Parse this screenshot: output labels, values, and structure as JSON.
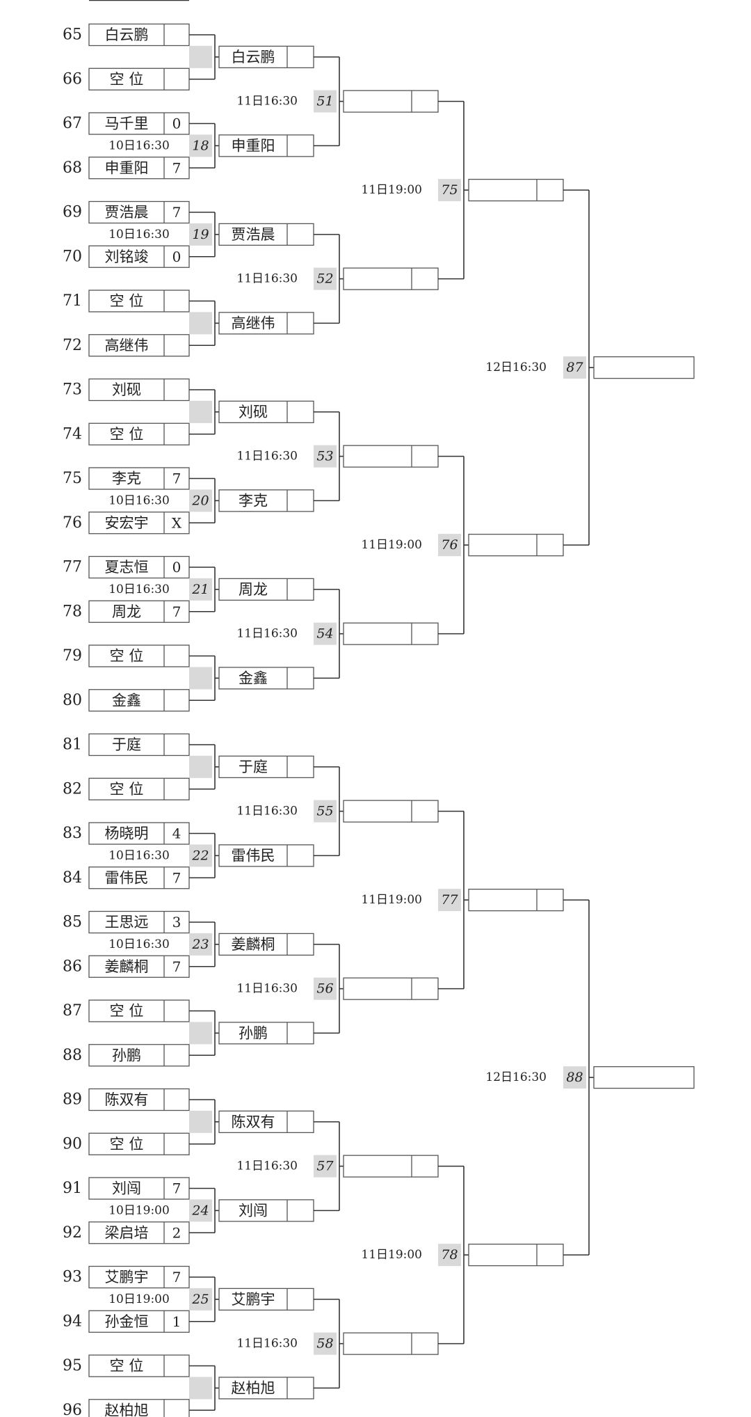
{
  "colors": {
    "win_score": "#b22222",
    "match_box": "#d9d9d9",
    "line": "#333333"
  },
  "round1": [
    {
      "seed": "65",
      "name": "白云鹏",
      "score": ""
    },
    {
      "seed": "66",
      "name": "空 位",
      "score": ""
    },
    {
      "seed": "67",
      "name": "马千里",
      "score": "0"
    },
    {
      "seed": "68",
      "name": "申重阳",
      "score": "7",
      "win": true
    },
    {
      "seed": "69",
      "name": "贾浩晨",
      "score": "7",
      "win": true
    },
    {
      "seed": "70",
      "name": "刘铭竣",
      "score": "0"
    },
    {
      "seed": "71",
      "name": "空 位",
      "score": ""
    },
    {
      "seed": "72",
      "name": "高继伟",
      "score": ""
    },
    {
      "seed": "73",
      "name": "刘砚",
      "score": ""
    },
    {
      "seed": "74",
      "name": "空 位",
      "score": ""
    },
    {
      "seed": "75",
      "name": "李克",
      "score": "7",
      "win": true
    },
    {
      "seed": "76",
      "name": "安宏宇",
      "score": "X"
    },
    {
      "seed": "77",
      "name": "夏志恒",
      "score": "0"
    },
    {
      "seed": "78",
      "name": "周龙",
      "score": "7",
      "win": true
    },
    {
      "seed": "79",
      "name": "空 位",
      "score": ""
    },
    {
      "seed": "80",
      "name": "金鑫",
      "score": ""
    },
    {
      "seed": "81",
      "name": "于庭",
      "score": ""
    },
    {
      "seed": "82",
      "name": "空 位",
      "score": ""
    },
    {
      "seed": "83",
      "name": "杨晓明",
      "score": "4"
    },
    {
      "seed": "84",
      "name": "雷伟民",
      "score": "7",
      "win": true
    },
    {
      "seed": "85",
      "name": "王思远",
      "score": "3"
    },
    {
      "seed": "86",
      "name": "姜麟桐",
      "score": "7",
      "win": true
    },
    {
      "seed": "87",
      "name": "空 位",
      "score": ""
    },
    {
      "seed": "88",
      "name": "孙鹏",
      "score": ""
    },
    {
      "seed": "89",
      "name": "陈双有",
      "score": ""
    },
    {
      "seed": "90",
      "name": "空 位",
      "score": ""
    },
    {
      "seed": "91",
      "name": "刘闯",
      "score": "7",
      "win": true
    },
    {
      "seed": "92",
      "name": "梁启培",
      "score": "2"
    },
    {
      "seed": "93",
      "name": "艾鹏宇",
      "score": "7",
      "win": true
    },
    {
      "seed": "94",
      "name": "孙金恒",
      "score": "1"
    },
    {
      "seed": "95",
      "name": "空 位",
      "score": ""
    },
    {
      "seed": "96",
      "name": "赵柏旭",
      "score": ""
    }
  ],
  "round1_matches": [
    {
      "num": "",
      "time": ""
    },
    {
      "num": "18",
      "time": "10日16:30"
    },
    {
      "num": "19",
      "time": "10日16:30"
    },
    {
      "num": "",
      "time": ""
    },
    {
      "num": "",
      "time": ""
    },
    {
      "num": "20",
      "time": "10日16:30"
    },
    {
      "num": "21",
      "time": "10日16:30"
    },
    {
      "num": "",
      "time": ""
    },
    {
      "num": "",
      "time": ""
    },
    {
      "num": "22",
      "time": "10日16:30"
    },
    {
      "num": "23",
      "time": "10日16:30"
    },
    {
      "num": "",
      "time": ""
    },
    {
      "num": "",
      "time": ""
    },
    {
      "num": "24",
      "time": "10日19:00"
    },
    {
      "num": "25",
      "time": "10日19:00"
    },
    {
      "num": "",
      "time": ""
    }
  ],
  "round2": [
    "白云鹏",
    "申重阳",
    "贾浩晨",
    "高继伟",
    "刘砚",
    "李克",
    "周龙",
    "金鑫",
    "于庭",
    "雷伟民",
    "姜麟桐",
    "孙鹏",
    "陈双有",
    "刘闯",
    "艾鹏宇",
    "赵柏旭"
  ],
  "round2_matches": [
    {
      "num": "51",
      "time": "11日16:30"
    },
    {
      "num": "52",
      "time": "11日16:30"
    },
    {
      "num": "53",
      "time": "11日16:30"
    },
    {
      "num": "54",
      "time": "11日16:30"
    },
    {
      "num": "55",
      "time": "11日16:30"
    },
    {
      "num": "56",
      "time": "11日16:30"
    },
    {
      "num": "57",
      "time": "11日16:30"
    },
    {
      "num": "58",
      "time": "11日16:30"
    }
  ],
  "round3_matches": [
    {
      "num": "75",
      "time": "11日19:00"
    },
    {
      "num": "76",
      "time": "11日19:00"
    },
    {
      "num": "77",
      "time": "11日19:00"
    },
    {
      "num": "78",
      "time": "11日19:00"
    }
  ],
  "round4_matches": [
    {
      "num": "87",
      "time": "12日16:30"
    },
    {
      "num": "88",
      "time": "12日16:30"
    }
  ]
}
